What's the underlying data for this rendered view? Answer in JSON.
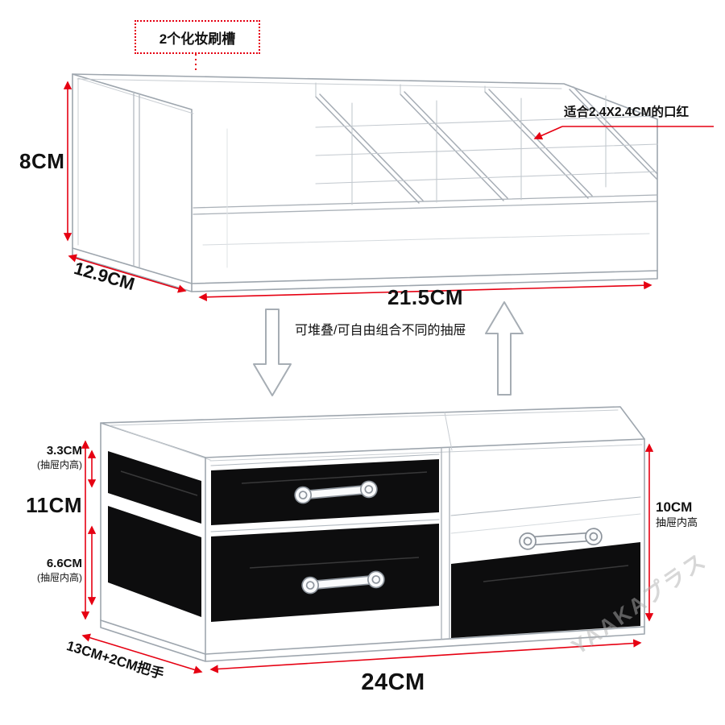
{
  "top_unit": {
    "callout_brush": "2个化妆刷槽",
    "callout_lipstick": "适合2.4X2.4CM的口红",
    "height": "8CM",
    "depth": "12.9CM",
    "width": "21.5CM"
  },
  "middle": {
    "note": "可堆叠/可自由组合不同的抽屉"
  },
  "bottom_unit": {
    "drawer1_height": "3.3CM",
    "drawer1_note": "(抽屉内高)",
    "total_height": "11CM",
    "drawer2_height": "6.6CM",
    "drawer2_note": "(抽屉内高)",
    "right_drawer_height": "10CM",
    "right_drawer_note": "抽屉内高",
    "depth": "13CM+2CM把手",
    "width": "24CM"
  },
  "watermark": "YAAKAプラス",
  "colors": {
    "dimension_red": "#e60012",
    "acrylic_line": "#b3bac1",
    "drawer_lining": "#0b0b0b"
  }
}
